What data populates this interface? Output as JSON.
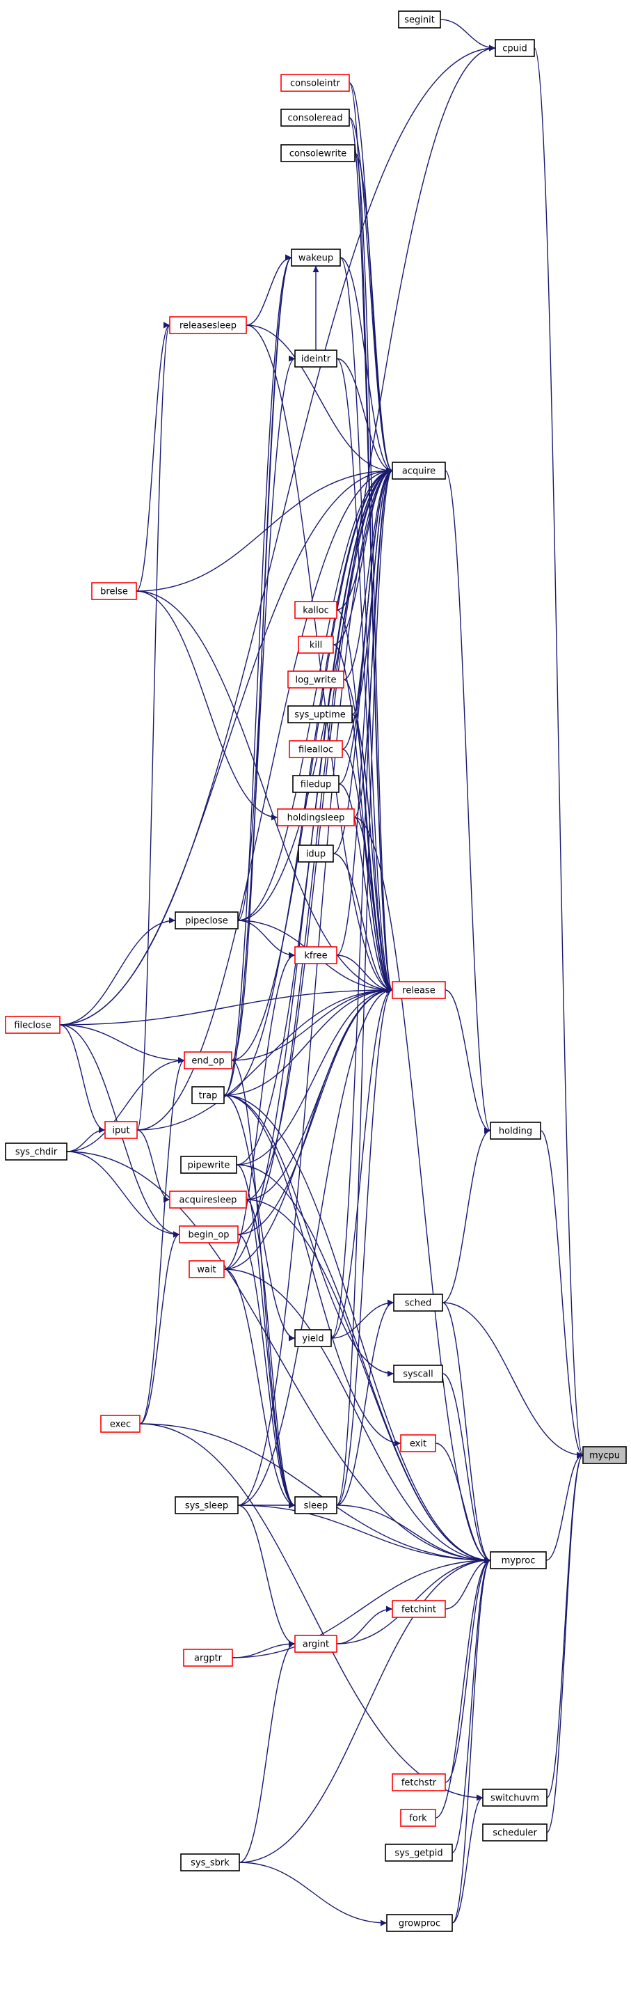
{
  "colors": {
    "edge": "#191970",
    "node_border_default": "#000000",
    "node_border_highlight": "#ff0000",
    "focus_fill": "#bfbfbf"
  },
  "nodes": [
    {
      "id": "seginit",
      "label": "seginit",
      "style": "black"
    },
    {
      "id": "cpuid",
      "label": "cpuid",
      "style": "black"
    },
    {
      "id": "consoleintr",
      "label": "consoleintr",
      "style": "red"
    },
    {
      "id": "consoleread",
      "label": "consoleread",
      "style": "black"
    },
    {
      "id": "consolewrite",
      "label": "consolewrite",
      "style": "black"
    },
    {
      "id": "wakeup",
      "label": "wakeup",
      "style": "black"
    },
    {
      "id": "releasesleep",
      "label": "releasesleep",
      "style": "red"
    },
    {
      "id": "ideintr",
      "label": "ideintr",
      "style": "black"
    },
    {
      "id": "acquire",
      "label": "acquire",
      "style": "black"
    },
    {
      "id": "brelse",
      "label": "brelse",
      "style": "red"
    },
    {
      "id": "kalloc",
      "label": "kalloc",
      "style": "red"
    },
    {
      "id": "kill",
      "label": "kill",
      "style": "red"
    },
    {
      "id": "log_write",
      "label": "log_write",
      "style": "red"
    },
    {
      "id": "sys_uptime",
      "label": "sys_uptime",
      "style": "black"
    },
    {
      "id": "filealloc",
      "label": "filealloc",
      "style": "red"
    },
    {
      "id": "filedup",
      "label": "filedup",
      "style": "black"
    },
    {
      "id": "holdingsleep",
      "label": "holdingsleep",
      "style": "red"
    },
    {
      "id": "idup",
      "label": "idup",
      "style": "black"
    },
    {
      "id": "pipeclose",
      "label": "pipeclose",
      "style": "black"
    },
    {
      "id": "kfree",
      "label": "kfree",
      "style": "red"
    },
    {
      "id": "release",
      "label": "release",
      "style": "red"
    },
    {
      "id": "fileclose",
      "label": "fileclose",
      "style": "red"
    },
    {
      "id": "end_op",
      "label": "end_op",
      "style": "red"
    },
    {
      "id": "trap",
      "label": "trap",
      "style": "black"
    },
    {
      "id": "iput",
      "label": "iput",
      "style": "red"
    },
    {
      "id": "holding",
      "label": "holding",
      "style": "black"
    },
    {
      "id": "sys_chdir",
      "label": "sys_chdir",
      "style": "black"
    },
    {
      "id": "pipewrite",
      "label": "pipewrite",
      "style": "black"
    },
    {
      "id": "acquiresleep",
      "label": "acquiresleep",
      "style": "red"
    },
    {
      "id": "begin_op",
      "label": "begin_op",
      "style": "red"
    },
    {
      "id": "wait",
      "label": "wait",
      "style": "red"
    },
    {
      "id": "sched",
      "label": "sched",
      "style": "black"
    },
    {
      "id": "yield",
      "label": "yield",
      "style": "black"
    },
    {
      "id": "syscall",
      "label": "syscall",
      "style": "black"
    },
    {
      "id": "exec",
      "label": "exec",
      "style": "red"
    },
    {
      "id": "exit",
      "label": "exit",
      "style": "red"
    },
    {
      "id": "mycpu",
      "label": "mycpu",
      "style": "focus"
    },
    {
      "id": "sys_sleep",
      "label": "sys_sleep",
      "style": "black"
    },
    {
      "id": "sleep",
      "label": "sleep",
      "style": "black"
    },
    {
      "id": "myproc",
      "label": "myproc",
      "style": "black"
    },
    {
      "id": "fetchint",
      "label": "fetchint",
      "style": "red"
    },
    {
      "id": "argint",
      "label": "argint",
      "style": "red"
    },
    {
      "id": "argptr",
      "label": "argptr",
      "style": "red"
    },
    {
      "id": "fetchstr",
      "label": "fetchstr",
      "style": "red"
    },
    {
      "id": "switchuvm",
      "label": "switchuvm",
      "style": "black"
    },
    {
      "id": "fork",
      "label": "fork",
      "style": "red"
    },
    {
      "id": "scheduler",
      "label": "scheduler",
      "style": "black"
    },
    {
      "id": "sys_getpid",
      "label": "sys_getpid",
      "style": "black"
    },
    {
      "id": "sys_sbrk",
      "label": "sys_sbrk",
      "style": "black"
    },
    {
      "id": "growproc",
      "label": "growproc",
      "style": "black"
    }
  ],
  "edges": [
    [
      "seginit",
      "cpuid"
    ],
    [
      "cpuid",
      "mycpu"
    ],
    [
      "fileclose",
      "cpuid"
    ],
    [
      "pipeclose",
      "cpuid"
    ],
    [
      "consoleintr",
      "acquire"
    ],
    [
      "consoleread",
      "acquire"
    ],
    [
      "consolewrite",
      "acquire"
    ],
    [
      "wakeup",
      "acquire"
    ],
    [
      "ideintr",
      "acquire"
    ],
    [
      "kalloc",
      "acquire"
    ],
    [
      "kill",
      "acquire"
    ],
    [
      "log_write",
      "acquire"
    ],
    [
      "sys_uptime",
      "acquire"
    ],
    [
      "filealloc",
      "acquire"
    ],
    [
      "filedup",
      "acquire"
    ],
    [
      "holdingsleep",
      "acquire"
    ],
    [
      "idup",
      "acquire"
    ],
    [
      "pipeclose",
      "acquire"
    ],
    [
      "kfree",
      "acquire"
    ],
    [
      "fileclose",
      "acquire"
    ],
    [
      "end_op",
      "acquire"
    ],
    [
      "trap",
      "acquire"
    ],
    [
      "iput",
      "acquire"
    ],
    [
      "pipewrite",
      "acquire"
    ],
    [
      "acquiresleep",
      "acquire"
    ],
    [
      "begin_op",
      "acquire"
    ],
    [
      "wait",
      "acquire"
    ],
    [
      "yield",
      "acquire"
    ],
    [
      "sys_sleep",
      "acquire"
    ],
    [
      "sleep",
      "acquire"
    ],
    [
      "releasesleep",
      "acquire"
    ],
    [
      "brelse",
      "acquire"
    ],
    [
      "acquire",
      "holding"
    ],
    [
      "releasesleep",
      "wakeup"
    ],
    [
      "end_op",
      "wakeup"
    ],
    [
      "trap",
      "wakeup"
    ],
    [
      "pipeclose",
      "wakeup"
    ],
    [
      "ideintr",
      "wakeup"
    ],
    [
      "brelse",
      "releasesleep"
    ],
    [
      "trap",
      "ideintr"
    ],
    [
      "brelse",
      "holdingsleep"
    ],
    [
      "pipeclose",
      "kfree"
    ],
    [
      "wait",
      "kfree"
    ],
    [
      "consoleintr",
      "release"
    ],
    [
      "consoleread",
      "release"
    ],
    [
      "consolewrite",
      "release"
    ],
    [
      "wakeup",
      "release"
    ],
    [
      "ideintr",
      "release"
    ],
    [
      "kalloc",
      "release"
    ],
    [
      "kill",
      "release"
    ],
    [
      "log_write",
      "release"
    ],
    [
      "sys_uptime",
      "release"
    ],
    [
      "filealloc",
      "release"
    ],
    [
      "filedup",
      "release"
    ],
    [
      "holdingsleep",
      "release"
    ],
    [
      "idup",
      "release"
    ],
    [
      "pipeclose",
      "release"
    ],
    [
      "kfree",
      "release"
    ],
    [
      "fileclose",
      "release"
    ],
    [
      "end_op",
      "release"
    ],
    [
      "trap",
      "release"
    ],
    [
      "iput",
      "release"
    ],
    [
      "pipewrite",
      "release"
    ],
    [
      "acquiresleep",
      "release"
    ],
    [
      "begin_op",
      "release"
    ],
    [
      "wait",
      "release"
    ],
    [
      "yield",
      "release"
    ],
    [
      "sys_sleep",
      "release"
    ],
    [
      "sleep",
      "release"
    ],
    [
      "releasesleep",
      "release"
    ],
    [
      "brelse",
      "release"
    ],
    [
      "release",
      "holding"
    ],
    [
      "fileclose",
      "pipeclose"
    ],
    [
      "fileclose",
      "end_op"
    ],
    [
      "fileclose",
      "iput"
    ],
    [
      "fileclose",
      "begin_op"
    ],
    [
      "iput",
      "releasesleep"
    ],
    [
      "iput",
      "acquiresleep"
    ],
    [
      "sys_chdir",
      "end_op"
    ],
    [
      "sys_chdir",
      "iput"
    ],
    [
      "sys_chdir",
      "begin_op"
    ],
    [
      "sys_chdir",
      "myproc"
    ],
    [
      "exec",
      "end_op"
    ],
    [
      "exec",
      "begin_op"
    ],
    [
      "exec",
      "myproc"
    ],
    [
      "exec",
      "switchuvm"
    ],
    [
      "holding",
      "mycpu"
    ],
    [
      "sched",
      "holding"
    ],
    [
      "sched",
      "mycpu"
    ],
    [
      "yield",
      "sched"
    ],
    [
      "sleep",
      "sched"
    ],
    [
      "trap",
      "yield"
    ],
    [
      "trap",
      "exit"
    ],
    [
      "trap",
      "myproc"
    ],
    [
      "trap",
      "syscall"
    ],
    [
      "syscall",
      "myproc"
    ],
    [
      "exit",
      "myproc"
    ],
    [
      "acquiresleep",
      "sleep"
    ],
    [
      "begin_op",
      "sleep"
    ],
    [
      "wait",
      "sleep"
    ],
    [
      "pipewrite",
      "sleep"
    ],
    [
      "sys_sleep",
      "sleep"
    ],
    [
      "end_op",
      "sleep"
    ],
    [
      "sleep",
      "myproc"
    ],
    [
      "myproc",
      "mycpu"
    ],
    [
      "acquiresleep",
      "myproc"
    ],
    [
      "holdingsleep",
      "myproc"
    ],
    [
      "pipewrite",
      "myproc"
    ],
    [
      "wait",
      "myproc"
    ],
    [
      "sched",
      "myproc"
    ],
    [
      "sys_sleep",
      "myproc"
    ],
    [
      "sys_sleep",
      "argint"
    ],
    [
      "fetchint",
      "myproc"
    ],
    [
      "argint",
      "myproc"
    ],
    [
      "argint",
      "fetchint"
    ],
    [
      "argptr",
      "argint"
    ],
    [
      "argptr",
      "myproc"
    ],
    [
      "sys_sbrk",
      "argint"
    ],
    [
      "fetchstr",
      "myproc"
    ],
    [
      "fork",
      "myproc"
    ],
    [
      "sys_getpid",
      "myproc"
    ],
    [
      "growproc",
      "myproc"
    ],
    [
      "sys_sbrk",
      "myproc"
    ],
    [
      "sys_sbrk",
      "growproc"
    ],
    [
      "growproc",
      "switchuvm"
    ],
    [
      "switchuvm",
      "mycpu"
    ],
    [
      "scheduler",
      "mycpu"
    ]
  ]
}
